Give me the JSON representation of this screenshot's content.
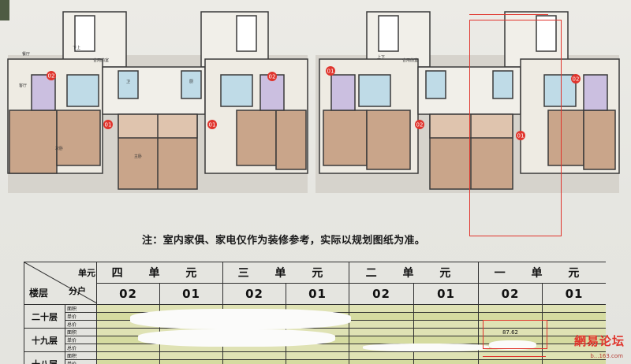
{
  "note": "注：室内家俱、家电仅作为装修参考，实际以规划图纸为准。",
  "table": {
    "header_floor": "楼层",
    "header_unit": "单元",
    "header_household": "分户",
    "units": [
      "四 单 元",
      "三 单 元",
      "二 单 元",
      "一 单 元"
    ],
    "households": [
      "02",
      "01",
      "02",
      "01",
      "02",
      "01",
      "02",
      "01"
    ],
    "row_labels": [
      "面积",
      "单价",
      "总价"
    ],
    "floors": [
      {
        "name": "二十层"
      },
      {
        "name": "十九层",
        "unit1_02_area": "87.62"
      },
      {
        "name": "十八层"
      }
    ]
  },
  "plan": {
    "circle_labels": [
      "02",
      "01",
      "01",
      "02",
      "01",
      "02",
      "01",
      "02"
    ],
    "room_labels": [
      "下上",
      "上下",
      "合用前室",
      "合用前室",
      "客厅",
      "餐厅",
      "主卧",
      "次卧",
      "卫",
      "厨"
    ]
  },
  "watermark": {
    "logo_text": "網易论坛",
    "logo_sub": "b...163.com"
  },
  "colors": {
    "wall": "#3a3a3a",
    "floor_wood": "#c9a58a",
    "tile": "#e4e1d6",
    "annotation_red": "#e0342c",
    "table_fill": "#dfe2b4"
  }
}
